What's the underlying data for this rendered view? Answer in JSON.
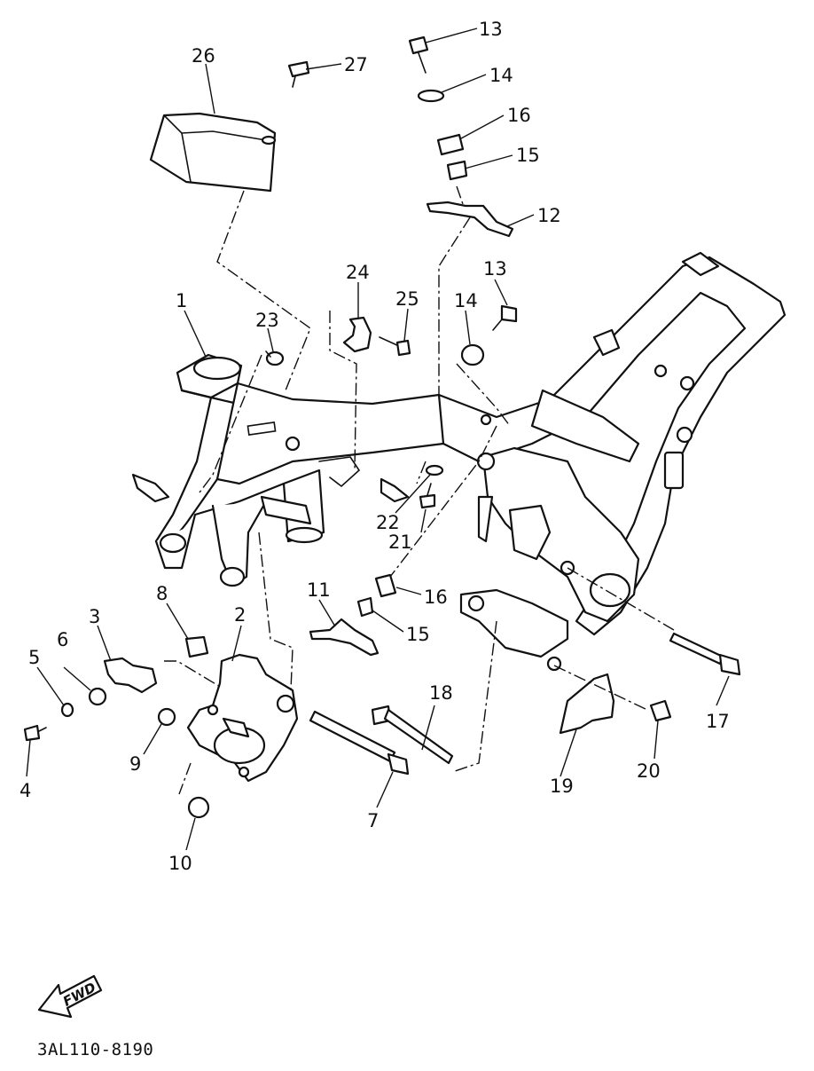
{
  "diagram": {
    "callouts": [
      {
        "id": "c1",
        "label": "1"
      },
      {
        "id": "c2",
        "label": "2"
      },
      {
        "id": "c3",
        "label": "3"
      },
      {
        "id": "c4",
        "label": "4"
      },
      {
        "id": "c5",
        "label": "5"
      },
      {
        "id": "c6",
        "label": "6"
      },
      {
        "id": "c7",
        "label": "7"
      },
      {
        "id": "c8",
        "label": "8"
      },
      {
        "id": "c9",
        "label": "9"
      },
      {
        "id": "c10",
        "label": "10"
      },
      {
        "id": "c11",
        "label": "11"
      },
      {
        "id": "c12",
        "label": "12"
      },
      {
        "id": "c13a",
        "label": "13"
      },
      {
        "id": "c13b",
        "label": "13"
      },
      {
        "id": "c14a",
        "label": "14"
      },
      {
        "id": "c14b",
        "label": "14"
      },
      {
        "id": "c15a",
        "label": "15"
      },
      {
        "id": "c15b",
        "label": "15"
      },
      {
        "id": "c16a",
        "label": "16"
      },
      {
        "id": "c16b",
        "label": "16"
      },
      {
        "id": "c17",
        "label": "17"
      },
      {
        "id": "c18",
        "label": "18"
      },
      {
        "id": "c19",
        "label": "19"
      },
      {
        "id": "c20",
        "label": "20"
      },
      {
        "id": "c21",
        "label": "21"
      },
      {
        "id": "c22",
        "label": "22"
      },
      {
        "id": "c23",
        "label": "23"
      },
      {
        "id": "c24",
        "label": "24"
      },
      {
        "id": "c25",
        "label": "25"
      },
      {
        "id": "c26",
        "label": "26"
      },
      {
        "id": "c27",
        "label": "27"
      }
    ],
    "fwd_label": "FWD",
    "drawing_code": "3AL110-8190"
  }
}
